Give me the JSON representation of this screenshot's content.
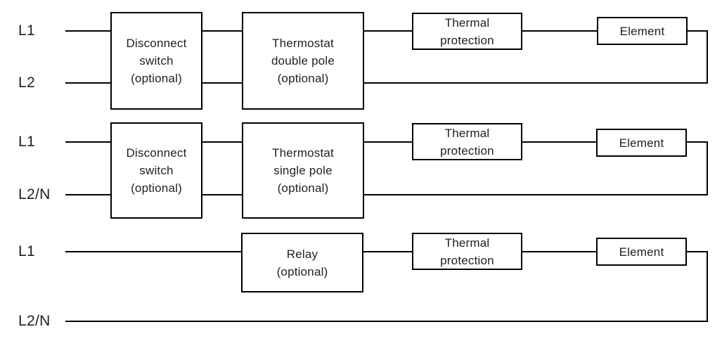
{
  "diagram": {
    "type": "wiring-diagram",
    "colors": {
      "line": "#000000",
      "text": "#1f1f1f",
      "background": "#ffffff"
    },
    "rows": [
      {
        "name": "double-pole-circuit",
        "input_labels": {
          "top": "L1",
          "bottom": "L2"
        },
        "boxes": [
          {
            "id": "disconnect-switch",
            "lines": [
              "Disconnect",
              "switch",
              "(optional)"
            ]
          },
          {
            "id": "thermostat-double-pole",
            "lines": [
              "Thermostat",
              "double pole",
              "(optional)"
            ]
          },
          {
            "id": "thermal-protection",
            "lines": [
              "Thermal",
              "protection"
            ]
          },
          {
            "id": "element",
            "lines": [
              "Element"
            ]
          }
        ]
      },
      {
        "name": "single-pole-circuit",
        "input_labels": {
          "top": "L1",
          "bottom": "L2/N"
        },
        "boxes": [
          {
            "id": "disconnect-switch",
            "lines": [
              "Disconnect",
              "switch",
              "(optional)"
            ]
          },
          {
            "id": "thermostat-single-pole",
            "lines": [
              "Thermostat",
              "single pole",
              "(optional)"
            ]
          },
          {
            "id": "thermal-protection",
            "lines": [
              "Thermal",
              "protection"
            ]
          },
          {
            "id": "element",
            "lines": [
              "Element"
            ]
          }
        ]
      },
      {
        "name": "relay-circuit",
        "input_labels": {
          "top": "L1",
          "bottom": "L2/N"
        },
        "boxes": [
          {
            "id": "relay",
            "lines": [
              "Relay",
              "(optional)"
            ]
          },
          {
            "id": "thermal-protection",
            "lines": [
              "Thermal",
              "protection"
            ]
          },
          {
            "id": "element",
            "lines": [
              "Element"
            ]
          }
        ]
      }
    ]
  }
}
